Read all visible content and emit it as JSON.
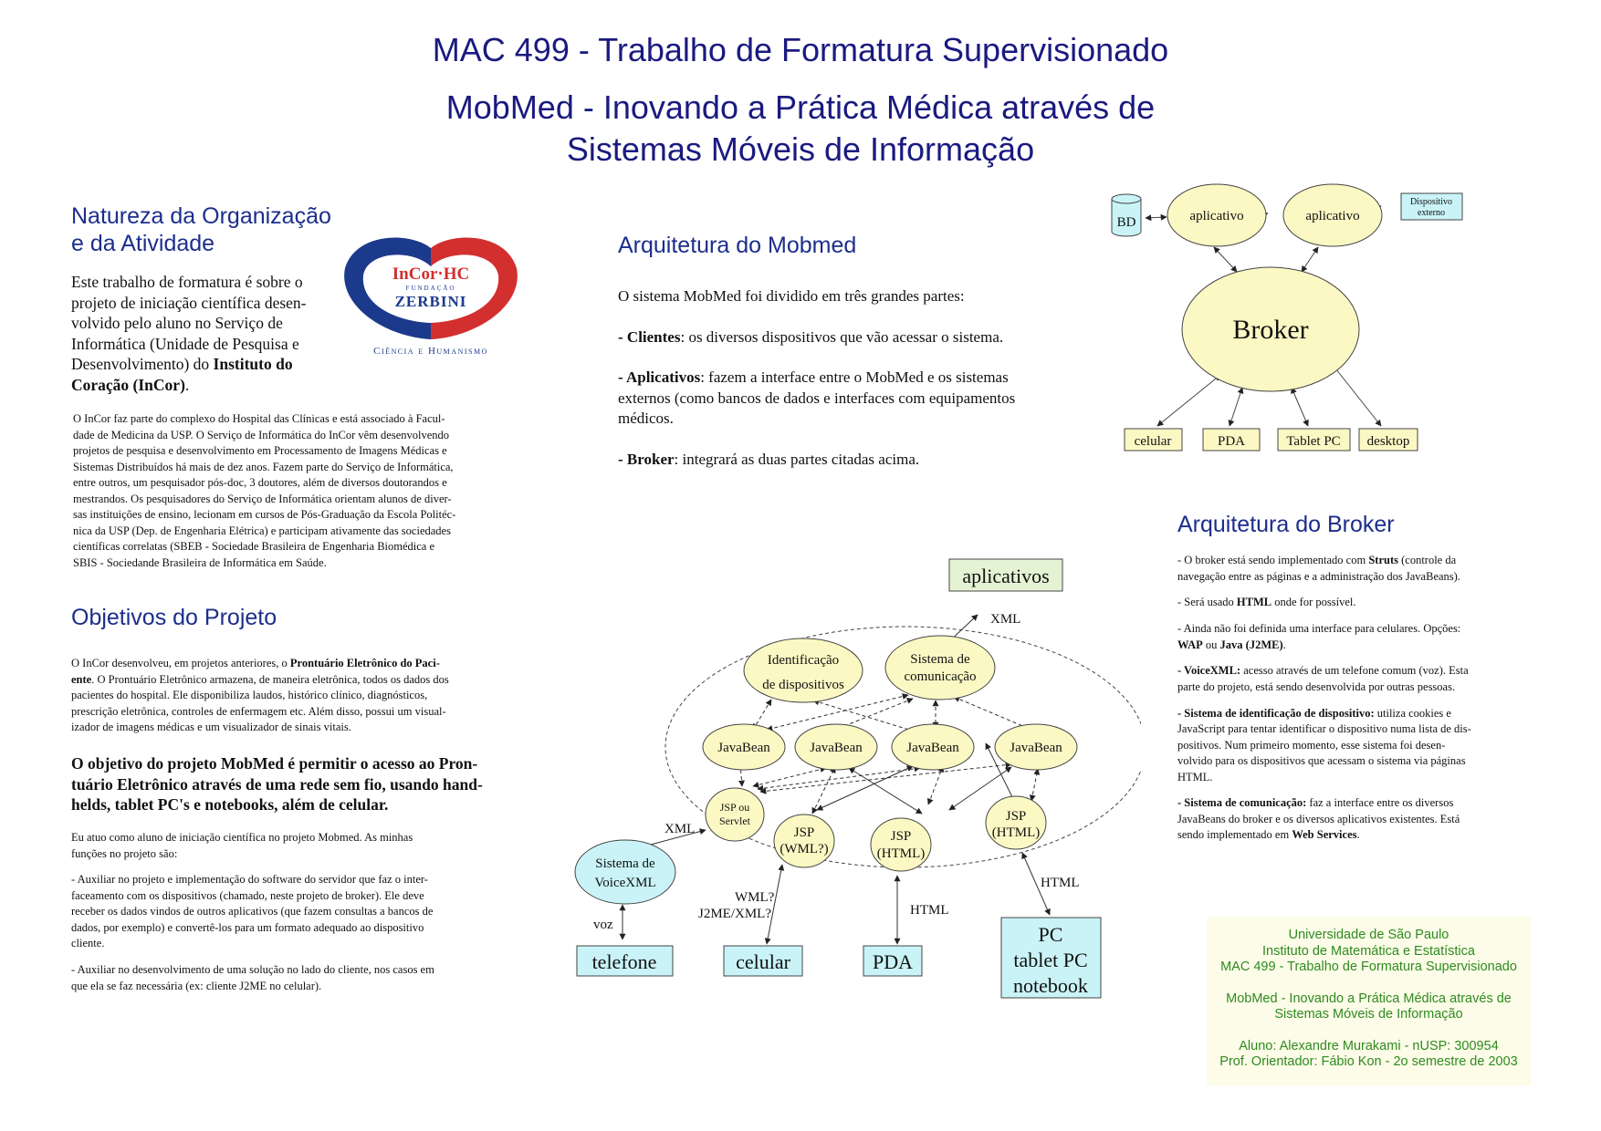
{
  "header": {
    "course_title": "MAC 499 - Trabalho de Formatura Supervisionado",
    "project_title_line1": "MobMed - Inovando a Prática Médica através de",
    "project_title_line2": "Sistemas Móveis de Informação"
  },
  "natureza": {
    "heading_line1": "Natureza da Organização",
    "heading_line2": "e da Atividade",
    "intro_lines": [
      "Este trabalho de formatura é sobre o",
      "projeto de iniciação científica desen-",
      "volvido pelo aluno no Serviço de",
      "Informática (Unidade de Pesquisa e"
    ],
    "intro_line5_a": "Desenvolvimento) do ",
    "intro_line5_b": "Instituto do",
    "intro_line6_a": "Coração (InCor)",
    "intro_line6_b": ".",
    "body_lines": [
      "O InCor faz parte do complexo do Hospital das Clínicas e está associado à Facul-",
      "dade de Medicina da USP. O Serviço de Informática do InCor vêm desenvolvendo",
      "projetos de pesquisa e desenvolvimento em Processamento de Imagens Médicas e",
      "Sistemas Distribuídos há mais de dez anos. Fazem parte do Serviço de Informática,",
      "entre outros, um pesquisador pós-doc, 3 doutores, além de diversos doutorandos e",
      "mestrandos. Os pesquisadores do Serviço de Informática orientam alunos de diver-",
      "sas instituições de ensino, lecionam em cursos de Pós-Graduação da Escola Politéc-",
      "nica da USP (Dep. de Engenharia Elétrica) e participam ativamente das sociedades",
      "científicas correlatas (SBEB - Sociedade Brasileira de Engenharia Biomédica e",
      "SBIS - Sociedande Brasileira de Informática em Saúde."
    ]
  },
  "logo": {
    "name_main": "InCor·HC",
    "name_small": "FUNDAÇÃO",
    "name_zerbini": "ZERBINI",
    "tagline": "Ciência e Humanismo",
    "blue": "#1c3a8c",
    "red": "#d32f2f"
  },
  "objetivos": {
    "heading": "Objetivos do Projeto",
    "p1_line1_a": "O InCor desenvolveu, em projetos anteriores, o ",
    "p1_line1_b": "Prontuário Eletrônico do Paci-",
    "p1_line2_a": "ente",
    "p1_line2_b": ". O Prontuário Eletrônico armazena, de maneira eletrônica, todos os dados dos",
    "p1_rest": [
      "pacientes do hospital. Ele disponibiliza laudos, histórico clínico, diagnósticos,",
      "prescrição eletrônica, controles de enfermagem etc. Além disso, possui um visual-",
      "izador de imagens médicas e um visualizador de sinais vitais."
    ],
    "goal_lines": [
      "O objetivo do projeto MobMed é permitir o acesso ao Pron-",
      "tuário Eletrônico através de uma rede sem fio, usando hand-",
      "helds, tablet PC's e notebooks, além de celular."
    ],
    "p3_lines": [
      "Eu atuo como aluno de iniciação científica no projeto Mobmed. As minhas",
      "funções no projeto são:"
    ],
    "p4_lines": [
      "- Auxiliar no projeto e implementação do software do servidor que faz o inter-",
      "faceamento com os dispositivos (chamado, neste projeto de broker). Ele deve",
      "receber os dados vindos de outros aplicativos (que fazem consultas a bancos de",
      "dados, por exemplo) e convertê-los para um formato adequado ao dispositivo",
      "cliente."
    ],
    "p5_lines": [
      "- Auxiliar no desenvolvimento de uma solução no lado do cliente, nos casos em",
      "que ela se faz necessária (ex: cliente J2ME no celular)."
    ]
  },
  "mobmed": {
    "heading": "Arquitetura do Mobmed",
    "intro": "O sistema MobMed foi dividido em três grandes partes:",
    "clientes_label": "- Clientes",
    "clientes_text": ": os diversos dispositivos que vão acessar o sistema.",
    "aplicativos_label": "- Aplicativos",
    "aplicativos_text": ": fazem a interface entre o MobMed e os sistemas",
    "aplicativos_line2": "externos (como bancos de dados e interfaces com equipamentos",
    "aplicativos_line3": "médicos.",
    "broker_label": "- Broker",
    "broker_text": ": integrará as duas partes citadas acima."
  },
  "top_diagram": {
    "bd": "BD",
    "app1": "aplicativo",
    "app2": "aplicativo",
    "ext_line1": "Dispositivo",
    "ext_line2": "externo",
    "broker": "Broker",
    "clients": [
      "celular",
      "PDA",
      "Tablet PC",
      "desktop"
    ],
    "ellipse_fill": "#fcf8c4",
    "cyan_fill": "#c9f3f7"
  },
  "broker_arch": {
    "heading": "Arquitetura do Broker",
    "b1_a": "- O broker está sendo implementado com ",
    "b1_b": "Struts",
    "b1_c": " (controle da",
    "b1_line2": "navegação entre as páginas e a administração dos JavaBeans).",
    "b2_a": "- Será usado ",
    "b2_b": "HTML",
    "b2_c": " onde for possível.",
    "b3_line1": "- Ainda não foi definida uma interface para celulares. Opções:",
    "b3_a": "WAP",
    "b3_b": " ou ",
    "b3_c": "Java (J2ME)",
    "b3_d": ".",
    "b4_a": "- VoiceXML:",
    "b4_b": " acesso através de um telefone comum (voz). Esta",
    "b4_line2": "parte do projeto, está sendo desenvolvida por outras pessoas.",
    "b5_a": "- Sistema de identificação de dispositivo:",
    "b5_b": " utiliza cookies e",
    "b5_rest": [
      "JavaScript para tentar identificar o dispositivo numa lista de dis-",
      "positivos. Num primeiro momento, esse sistema foi desen-",
      "volvido para os dispositivos que acessam o sistema via páginas",
      "HTML."
    ],
    "b6_a": "- Sistema de comunicação:",
    "b6_b": " faz a interface entre os diversos",
    "b6_line2": "JavaBeans do broker e os diversos aplicativos existentes. Está",
    "b6_line3_a": "sendo implementado em ",
    "b6_line3_b": "Web Services",
    "b6_line3_c": "."
  },
  "broker_diagram": {
    "aplicativos": "aplicativos",
    "xml_top": "XML",
    "ident_line1": "Identificação",
    "ident_line2": "de dispositivos",
    "comm_line1": "Sistema de",
    "comm_line2": "comunicação",
    "javabean": "JavaBean",
    "jsp_servlet_line1": "JSP ou",
    "jsp_servlet_line2": "Servlet",
    "jsp": "JSP",
    "wml_q": "(WML?)",
    "html_paren": "(HTML)",
    "voicexml_line1": "Sistema de",
    "voicexml_line2": "VoiceXML",
    "xml_left": "XML",
    "voz": "voz",
    "wml_label": "WML?",
    "j2me_label": "J2ME/XML?",
    "html_label1": "HTML",
    "html_label2": "HTML",
    "telefone": "telefone",
    "celular": "celular",
    "pda": "PDA",
    "pc_line1": "PC",
    "pc_line2": "tablet PC",
    "pc_line3": "notebook"
  },
  "footer": {
    "lines1": [
      "Universidade de São Paulo",
      "Instituto de Matemática e Estatística",
      "MAC 499 - Trabalho de Formatura Supervisionado"
    ],
    "lines2": [
      "MobMed - Inovando a Prática Médica através de",
      "Sistemas Móveis de Informação"
    ],
    "lines3": [
      "Aluno: Alexandre Murakami - nUSP: 300954",
      "Prof. Orientador: Fábio Kon - 2o semestre de 2003"
    ],
    "text_color": "#2f8a1f",
    "bg_color": "#fcfce8"
  }
}
